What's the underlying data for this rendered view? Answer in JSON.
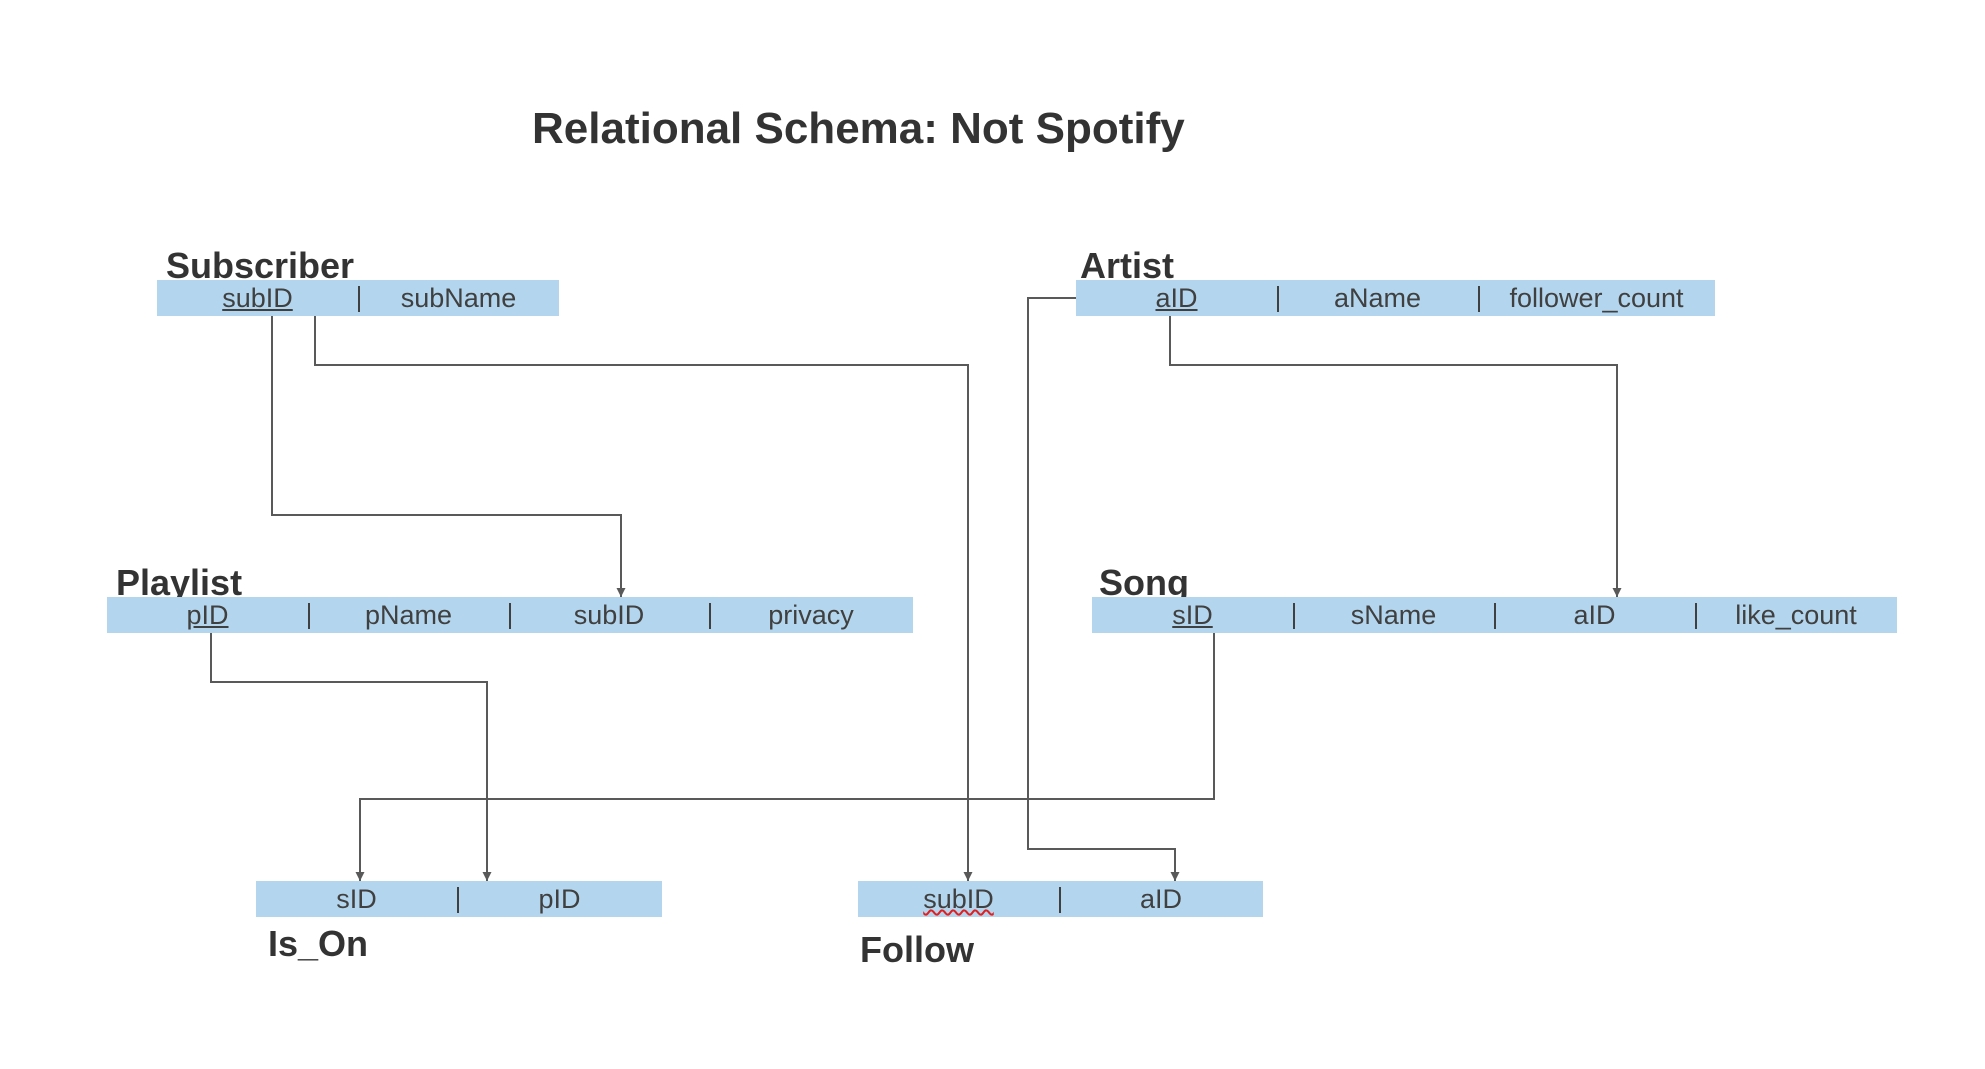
{
  "title": "Relational Schema: Not Spotify",
  "tables": {
    "subscriber": {
      "name": "Subscriber",
      "cols": [
        "subID",
        "subName"
      ]
    },
    "artist": {
      "name": "Artist",
      "cols": [
        "aID",
        "aName",
        "follower_count"
      ]
    },
    "playlist": {
      "name": "Playlist",
      "cols": [
        "pID",
        "pName",
        "subID",
        "privacy"
      ]
    },
    "song": {
      "name": "Song",
      "cols": [
        "sID",
        "sName",
        "aID",
        "like_count"
      ]
    },
    "is_on": {
      "name": "Is_On",
      "cols": [
        "sID",
        "pID"
      ]
    },
    "follow": {
      "name": "Follow",
      "cols": [
        "subID",
        "aID"
      ]
    }
  },
  "colors": {
    "table_fill": "#b3d6ee",
    "line": "#595959",
    "text": "#333333"
  }
}
